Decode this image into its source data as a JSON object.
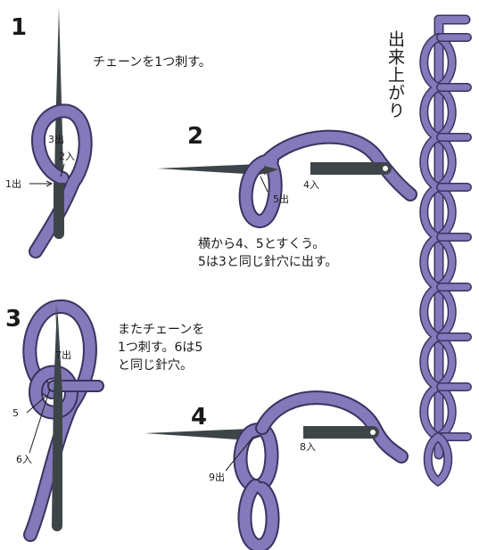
{
  "colors": {
    "thread": "#8479bb",
    "thread_outline": "#3a335f",
    "needle": "#3e4548",
    "text": "#1a1a1a"
  },
  "finished_title": "出来上がり",
  "step1": {
    "number": "1",
    "caption": "チェーンを1つ刺す。",
    "label_3": "3出",
    "label_2": "2入",
    "label_1": "1出"
  },
  "step2": {
    "number": "2",
    "caption": "横から4、5とすくう。\n5は3と同じ針穴に出す。",
    "label_4": "4入",
    "label_5": "5出"
  },
  "step3": {
    "number": "3",
    "caption": "またチェーンを\n1つ刺す。6は5\nと同じ針穴。",
    "label_7": "7出",
    "label_5": "5",
    "label_6": "6入"
  },
  "step4": {
    "number": "4",
    "label_8": "8入",
    "label_9": "9出"
  }
}
